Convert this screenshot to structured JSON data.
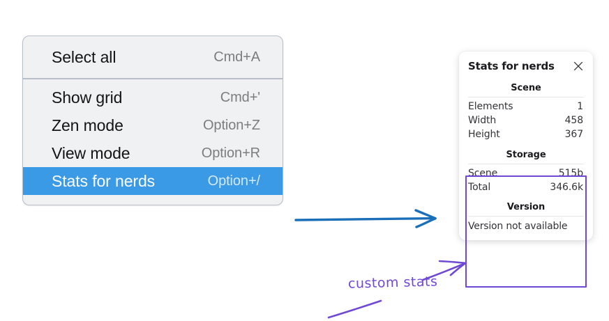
{
  "context_menu": {
    "groups": [
      {
        "name": "group-top",
        "items": [
          {
            "label": "Select all",
            "shortcut": "Cmd+A",
            "selected": false
          }
        ]
      },
      {
        "name": "group-bottom",
        "items": [
          {
            "label": "Show grid",
            "shortcut": "Cmd+'",
            "selected": false
          },
          {
            "label": "Zen mode",
            "shortcut": "Option+Z",
            "selected": false
          },
          {
            "label": "View mode",
            "shortcut": "Option+R",
            "selected": false
          },
          {
            "label": "Stats for nerds",
            "shortcut": "Option+/",
            "selected": true
          }
        ]
      }
    ]
  },
  "stats_panel": {
    "title": "Stats for nerds",
    "close_icon": "close-icon",
    "sections": [
      {
        "heading": "Scene",
        "rows": [
          {
            "key": "Elements",
            "value": "1"
          },
          {
            "key": "Width",
            "value": "458"
          },
          {
            "key": "Height",
            "value": "367"
          }
        ]
      },
      {
        "heading": "Storage",
        "rows": [
          {
            "key": "Scene",
            "value": "515b"
          },
          {
            "key": "Total",
            "value": "346.6k"
          }
        ]
      },
      {
        "heading": "Version",
        "text": "Version not available"
      }
    ]
  },
  "annotations": {
    "handwritten_label": "custom stats",
    "blue_arrow_color": "#1b6fb8",
    "purple_color": "#7048d6",
    "highlight_color": "#7048d6",
    "menu_highlight_color": "#3b9ae6"
  }
}
